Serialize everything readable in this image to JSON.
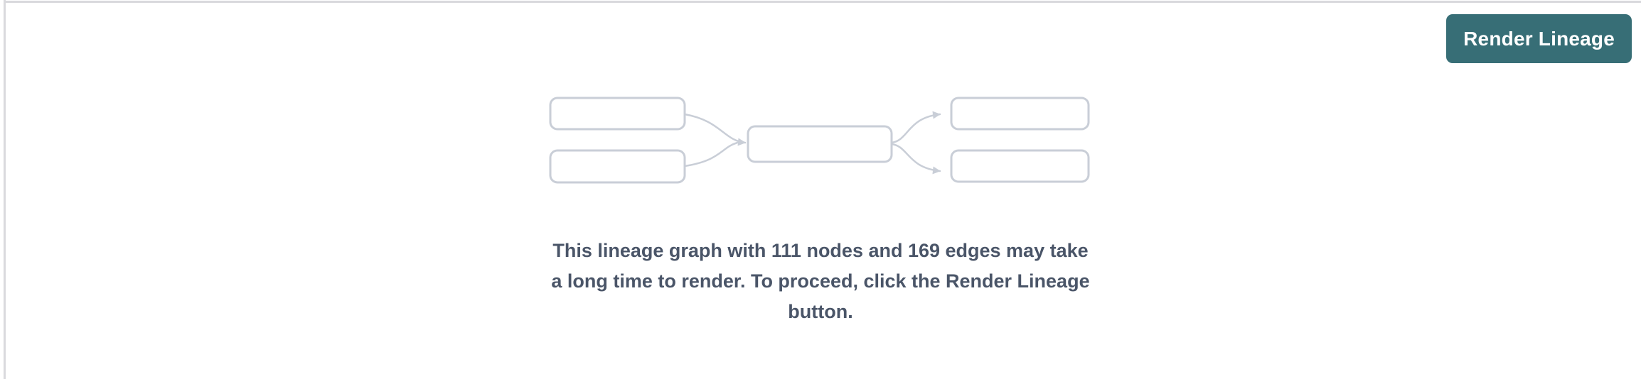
{
  "toolbar": {
    "render_button_label": "Render Lineage"
  },
  "placeholder": {
    "message": "This lineage graph with 111 nodes and 169 edges may take a long time to render. To proceed, click the Render Lineage button.",
    "message_lines": [
      "This lineage graph with 111 nodes and 169 edges may take",
      "a long time to render. To proceed, click the Render Lineage",
      "button."
    ],
    "node_count": "111",
    "edge_count": "169"
  },
  "colors": {
    "button_bg": "#376e76",
    "button_text": "#ffffff",
    "message_text": "#4a5568",
    "placeholder_stroke": "#c9ced7",
    "panel_border": "#d9d9dd"
  }
}
